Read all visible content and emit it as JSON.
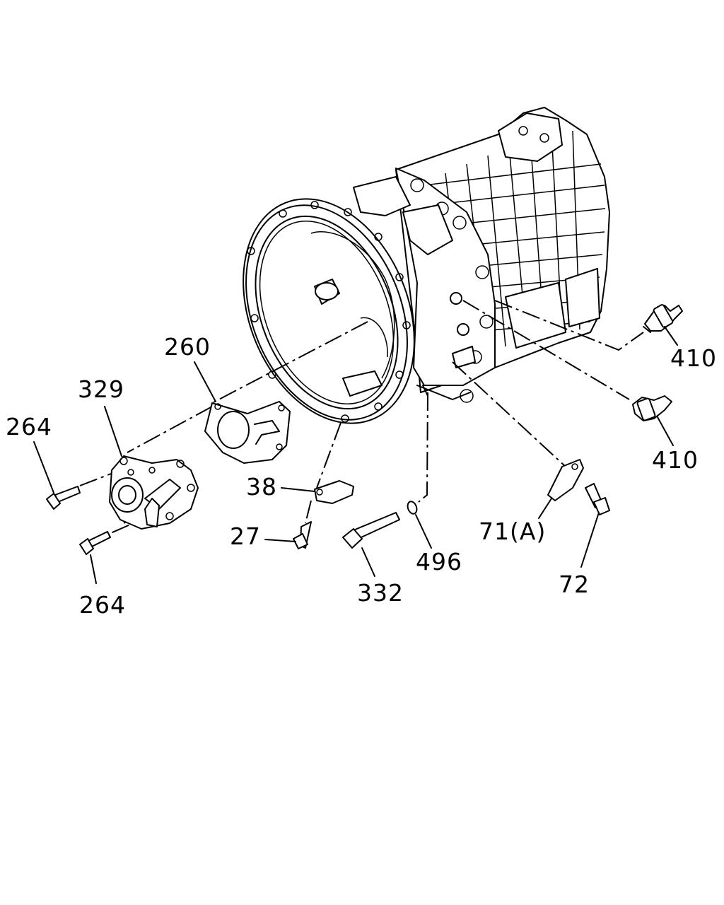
{
  "diagram": {
    "labels": {
      "p260": "260",
      "p329": "329",
      "p264_top": "264",
      "p264_bottom": "264",
      "p38": "38",
      "p27": "27",
      "p332": "332",
      "p496": "496",
      "p71a": "71(A)",
      "p72": "72",
      "p410_top": "410",
      "p410_bottom": "410"
    }
  }
}
